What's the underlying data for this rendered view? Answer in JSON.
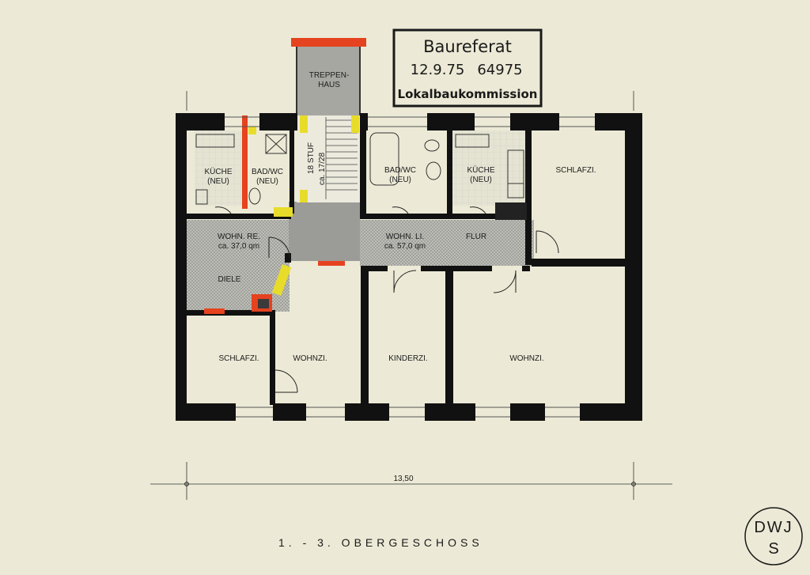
{
  "stamp": {
    "line1": "Baureferat",
    "date": "12.9.75",
    "number": "64975",
    "line3": "Lokalbaukommission"
  },
  "rooms": {
    "treppenhaus_1": "TREPPEN-",
    "treppenhaus_2": "HAUS",
    "stairs_1": "18 STUF",
    "stairs_2": "ca. 17/28",
    "kueche_left_1": "KÜCHE",
    "kueche_left_2": "(NEU)",
    "bad_left_1": "BAD/WC",
    "bad_left_2": "(NEU)",
    "bad_right_1": "BAD/WC",
    "bad_right_2": "(NEU)",
    "kueche_right_1": "KÜCHE",
    "kueche_right_2": "(NEU)",
    "schlafzi_right": "SCHLAFZI.",
    "wohn_re_1": "WOHN. RE.",
    "wohn_re_2": "ca. 37,0 qm",
    "wohn_li_1": "WOHN. LI.",
    "wohn_li_2": "ca. 57,0 qm",
    "flur": "FLUR",
    "diele": "DIELE",
    "schlafzi_left": "SCHLAFZI.",
    "wohnzi_left": "WOHNZI.",
    "kinderzi": "KINDERZI.",
    "wohnzi_right": "WOHNZI."
  },
  "dimension": "13,50",
  "floor_title": "1. - 3. OBERGESCHOSS",
  "seal": {
    "line1": "DWJ",
    "line2": "S"
  },
  "colors": {
    "wall": "#111111",
    "hatch": "#a9a9a4",
    "stair_grey": "#9c9c98",
    "yellow": "#e8dc2a",
    "orange_red": "#e5421f",
    "paper": "#ecead6"
  }
}
